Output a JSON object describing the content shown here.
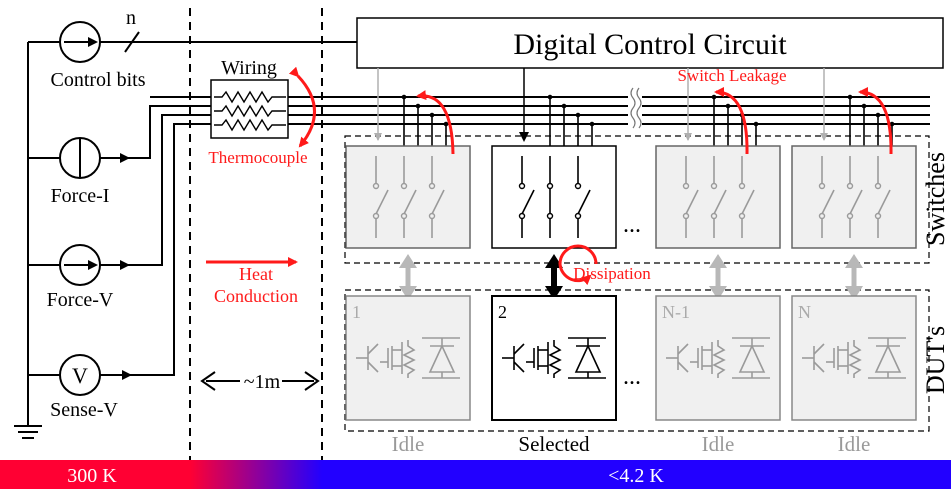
{
  "title_box": "Digital Control Circuit",
  "instruments": [
    {
      "id": "control",
      "label": "Control bits",
      "symbol": "arrow"
    },
    {
      "id": "force-i",
      "label": "Force-I",
      "symbol": "bar"
    },
    {
      "id": "force-v",
      "label": "Force-V",
      "symbol": "arrow"
    },
    {
      "id": "sense-v",
      "label": "Sense-V",
      "symbol": "V"
    }
  ],
  "bus_label": "n",
  "wiring_label": "Wiring",
  "thermocouple_label": "Thermocouple",
  "switch_leakage_label": "Switch Leakage",
  "dissipation_label": "Dissipation",
  "heat_label_line1": "Heat",
  "heat_label_line2": "Conduction",
  "distance_label": "~1m",
  "switches_label": "Switches",
  "duts_label": "DUT's",
  "ellipsis": "...",
  "duts": [
    {
      "index": "1",
      "status": "Idle",
      "active": false
    },
    {
      "index": "2",
      "status": "Selected",
      "active": true
    },
    {
      "index": "N-1",
      "status": "Idle",
      "active": false
    },
    {
      "index": "N",
      "status": "Idle",
      "active": false
    }
  ],
  "temp_left": "300 K",
  "temp_right": "<4.2 K",
  "colors": {
    "red": "#ff1a1a",
    "hot": "#ff0033",
    "cold": "#2200ff",
    "gray": "#b0b0b0",
    "box_gray": "#f0f0f0"
  }
}
